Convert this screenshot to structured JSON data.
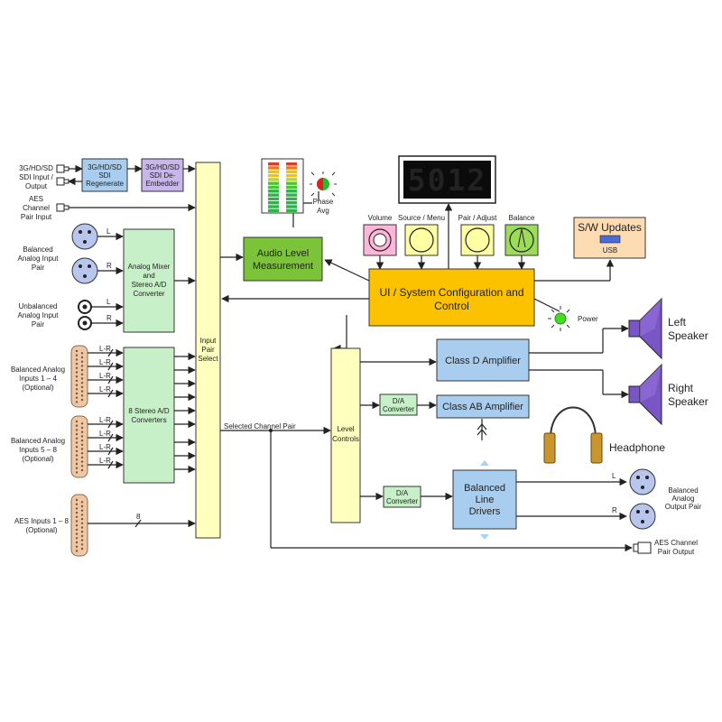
{
  "inputs": {
    "sdi_io": [
      "3G/HD/SD",
      "SDI Input /",
      "Output"
    ],
    "aes_pair": [
      "AES",
      "Channel",
      "Pair Input"
    ],
    "bal_analog": [
      "Balanced",
      "Analog Input",
      "Pair"
    ],
    "unbal_analog": [
      "Unbalanced",
      "Analog Input",
      "Pair"
    ],
    "bal_1_4": [
      "Balanced Analog",
      "Inputs 1 – 4",
      "(Optional)"
    ],
    "bal_5_8": [
      "Balanced Analog",
      "Inputs 5 – 8",
      "(Optional)"
    ],
    "aes_1_8": [
      "AES Inputs 1 – 8",
      "(Optional)"
    ]
  },
  "channel_labels": {
    "l": "L",
    "r": "R",
    "lr": "L-R",
    "bus_count": "8"
  },
  "blocks": {
    "sdi_regen": [
      "3G/HD/SD",
      "SDI",
      "Regenerate"
    ],
    "sdi_demb": [
      "3G/HD/SD",
      "SDI De-",
      "Embedder"
    ],
    "analog_mixer": [
      "Analog Mixer",
      "and",
      "Stereo A/D",
      "Converter"
    ],
    "stereo_ad": [
      "8 Stereo A/D",
      "Converters"
    ],
    "input_pair_select": [
      "Input",
      "Pair",
      "Select"
    ],
    "audio_level": [
      "Audio Level",
      "Measurement"
    ],
    "ui_config": [
      "UI / System Configuration and",
      "Control"
    ],
    "level_controls": [
      "Level",
      "Controls"
    ],
    "class_d": "Class D Amplifier",
    "class_ab": "Class AB Amplifier",
    "da_converter": [
      "D/A",
      "Converter"
    ],
    "line_drivers": [
      "Balanced",
      "Line",
      "Drivers"
    ],
    "sw_updates": "S/W Updates",
    "usb": "USB"
  },
  "controls": {
    "volume": "Volume",
    "source_menu": "Source / Menu",
    "pair_adjust": "Pair / Adjust",
    "balance": "Balance"
  },
  "display": {
    "text": "5012",
    "color": "#22d34a"
  },
  "indicators": {
    "phase_avg": [
      "Phase",
      "Avg"
    ],
    "power": "Power"
  },
  "signals": {
    "selected_pair": "Selected Channel Pair"
  },
  "outputs": {
    "left_speaker": [
      "Left",
      "Speaker"
    ],
    "right_speaker": [
      "Right",
      "Speaker"
    ],
    "headphone": "Headphone",
    "bal_out": [
      "Balanced",
      "Analog",
      "Output Pair"
    ],
    "aes_out": [
      "AES Channel",
      "Pair Output"
    ]
  },
  "colors": {
    "yellow_block": "#ffffbe",
    "green_block": "#c8f0c8",
    "green_dark": "#7cc33a",
    "blue_block": "#a9cdee",
    "purple_block": "#c7b5ec",
    "orange_block": "#fcc200",
    "peach_block": "#fddcb4",
    "pink_knob": "#ffb6d8",
    "yellow_knob": "#ffffa4",
    "green_knob": "#9ddc5a",
    "speaker_purple": "#7a55c6",
    "headphone_gold": "#c8962c",
    "xlr_blue": "#b8c6ee",
    "db25_tan": "#eec8a6",
    "led_green": "#44dd22"
  }
}
